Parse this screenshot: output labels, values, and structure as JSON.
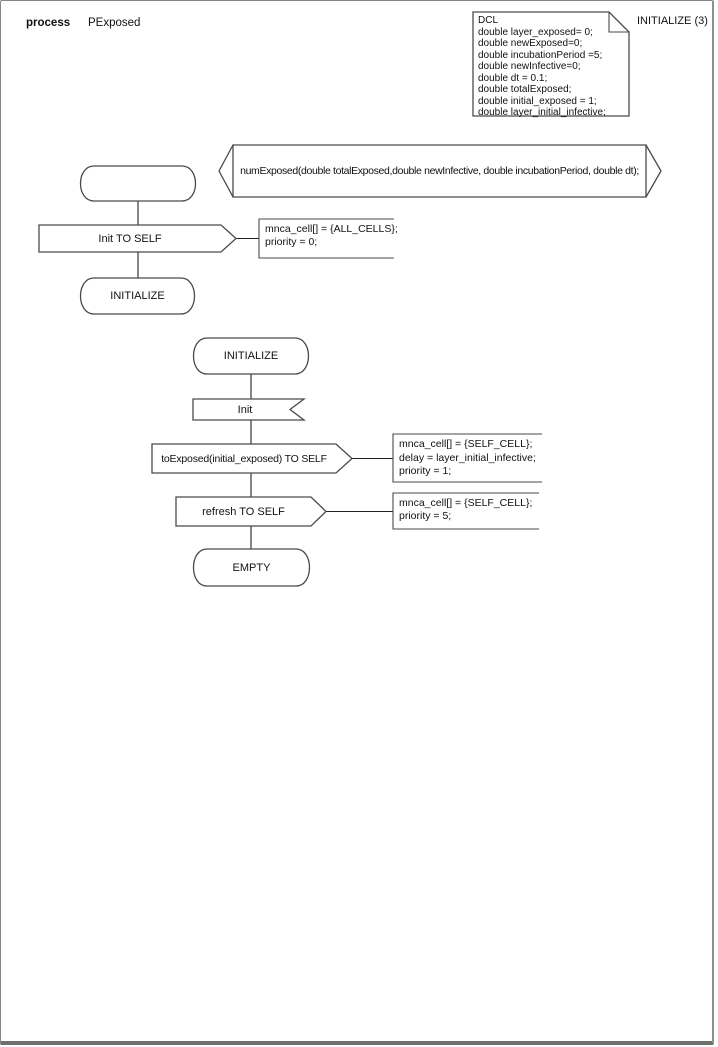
{
  "header": {
    "kind_label": "process",
    "process_name": "PExposed",
    "page_label": "INITIALIZE (3)"
  },
  "dcl": {
    "lines": [
      "DCL",
      "double layer_exposed= 0;",
      "double newExposed=0;",
      "double incubationPeriod =5;",
      "double newInfective=0;",
      "double dt = 0.1;",
      "double totalExposed;",
      "double initial_exposed = 1;",
      "double layer_initial_infective;"
    ]
  },
  "procedure_signature": {
    "text": "numExposed(double totalExposed,double newInfective, double incubationPeriod, double dt);"
  },
  "flow_start": {
    "output_init": "Init TO SELF",
    "comment_init": [
      "mnca_cell[] = {ALL_CELLS};",
      "priority = 0;"
    ],
    "next_state": "INITIALIZE"
  },
  "flow_initialize": {
    "state": "INITIALIZE",
    "input_signal": "Init",
    "output_toexposed": "toExposed(initial_exposed) TO SELF",
    "comment_toexposed": [
      "mnca_cell[] = {SELF_CELL};",
      "delay = layer_initial_infective;",
      "priority = 1;"
    ],
    "output_refresh": "refresh TO SELF",
    "comment_refresh": [
      "mnca_cell[] = {SELF_CELL};",
      "priority = 5;"
    ],
    "next_state": "EMPTY"
  },
  "colors": {
    "symbol_stroke": "#4a4a4a",
    "connector": "#222222",
    "frame": "#858585",
    "text": "#111111",
    "background": "#ffffff"
  }
}
